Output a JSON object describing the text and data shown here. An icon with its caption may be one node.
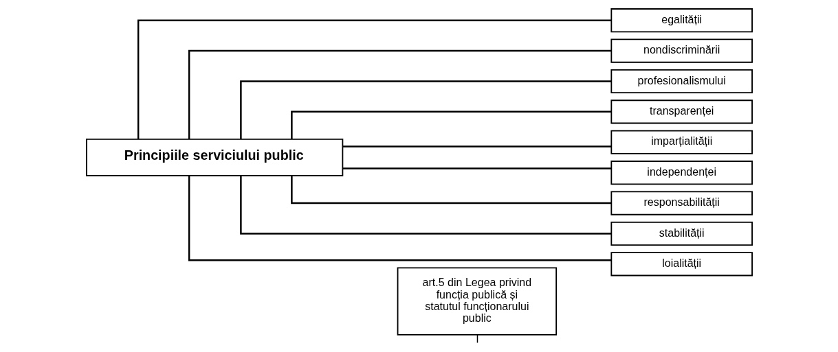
{
  "diagram": {
    "nodes": [
      {
        "text": [
          "Principiile serviciului public"
        ]
      },
      {
        "text": [
          "art.5 din Legea privind funcția publică și statutul funcționarului public"
        ]
      },
      {
        "text": [
          "egalității"
        ]
      },
      {
        "text": [
          "nondiscriminării"
        ]
      },
      {
        "text": [
          "profesionalismului"
        ]
      },
      {
        "text": [
          "transparenței"
        ]
      },
      {
        "text": [
          "imparțialității"
        ]
      },
      {
        "text": [
          "independenței"
        ]
      },
      {
        "text": [
          "responsabilității"
        ]
      },
      {
        "text": [
          "stabilității"
        ]
      },
      {
        "text": [
          "loialității"
        ]
      }
    ],
    "edges": [
      {
        "from": 1,
        "to": null,
        "arrow": "none"
      },
      {
        "from": 0,
        "to": 2,
        "arrow": "none"
      },
      {
        "from": 0,
        "to": 3,
        "arrow": "none"
      },
      {
        "from": 0,
        "to": 4,
        "arrow": "none"
      },
      {
        "from": 0,
        "to": 5,
        "arrow": "none"
      },
      {
        "from": 0,
        "to": 6,
        "arrow": "none"
      },
      {
        "from": 0,
        "to": 7,
        "arrow": "none"
      },
      {
        "from": 0,
        "to": 8,
        "arrow": "none"
      },
      {
        "from": 0,
        "to": 9,
        "arrow": "none"
      },
      {
        "from": 0,
        "to": 10,
        "arrow": "none"
      }
    ]
  }
}
